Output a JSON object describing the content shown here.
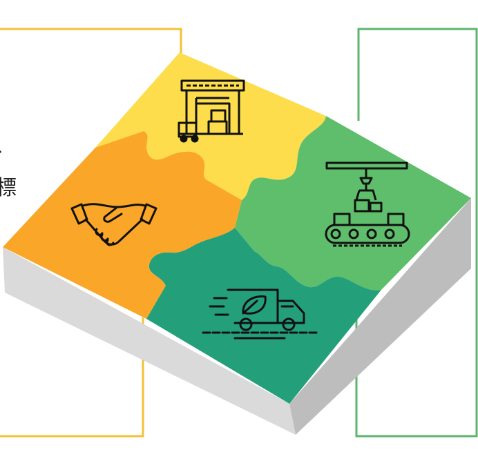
{
  "diagram": {
    "type": "isometric-puzzle",
    "pieces": [
      {
        "name": "warehouse",
        "icon": "warehouse-forklift-icon",
        "color": "#FDDD4B"
      },
      {
        "name": "manufacturing",
        "icon": "robotic-arm-conveyor-icon",
        "color": "#5EBE6C"
      },
      {
        "name": "partnership",
        "icon": "handshake-icon",
        "color": "#FAA628"
      },
      {
        "name": "green-logistics",
        "icon": "eco-delivery-truck-icon",
        "color": "#23A07A"
      }
    ],
    "frames": {
      "left_color": "#F5C133",
      "right_color": "#5DB46E"
    },
    "base_colors": {
      "left_face": "#DADADA",
      "right_face": "#BDBDBD"
    },
    "side_text": {
      "fragment_1": "、",
      "fragment_2": "標"
    }
  }
}
